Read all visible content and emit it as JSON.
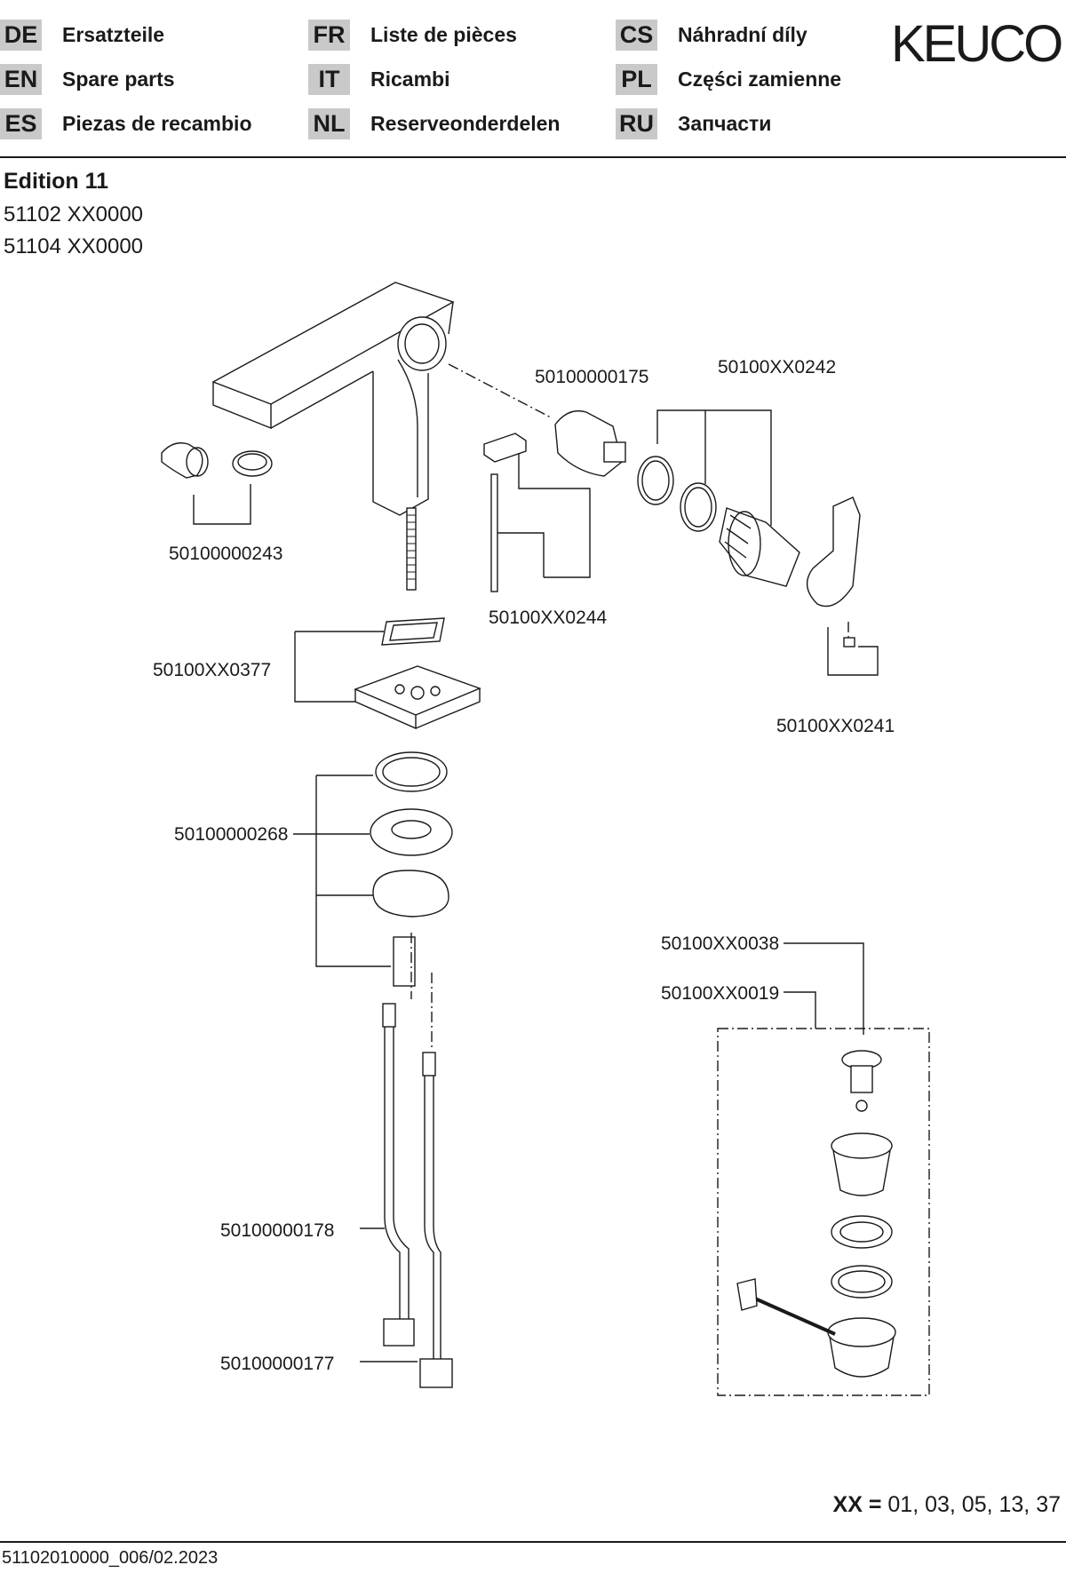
{
  "header": {
    "languages": [
      {
        "code": "DE",
        "label": "Ersatzteile"
      },
      {
        "code": "EN",
        "label": "Spare parts"
      },
      {
        "code": "ES",
        "label": "Piezas de recambio"
      },
      {
        "code": "FR",
        "label": "Liste de pièces"
      },
      {
        "code": "IT",
        "label": "Ricambi"
      },
      {
        "code": "NL",
        "label": "Reserveonderdelen"
      },
      {
        "code": "CS",
        "label": "Náhradní díly"
      },
      {
        "code": "PL",
        "label": "Części zamienne"
      },
      {
        "code": "RU",
        "label": "Запчасти"
      }
    ],
    "brand": "KEUCO"
  },
  "product": {
    "title": "Edition 11",
    "models": [
      "51102 XX0000",
      "51104 XX0000"
    ]
  },
  "parts": {
    "cartridge": "50100000175",
    "seal_set": "50100XX0242",
    "aerator": "50100000243",
    "pull_rod": "50100XX0244",
    "base_plate": "50100XX0377",
    "lever": "50100XX0241",
    "fixing_set": "50100000268",
    "plug": "50100XX0038",
    "waste_set": "50100XX0019",
    "hose_1": "50100000178",
    "hose_2": "50100000177"
  },
  "footer": {
    "xx_label": "XX =",
    "xx_values": "01, 03, 05, 13, 37",
    "doc_number": "51102010000_006/02.2023"
  }
}
